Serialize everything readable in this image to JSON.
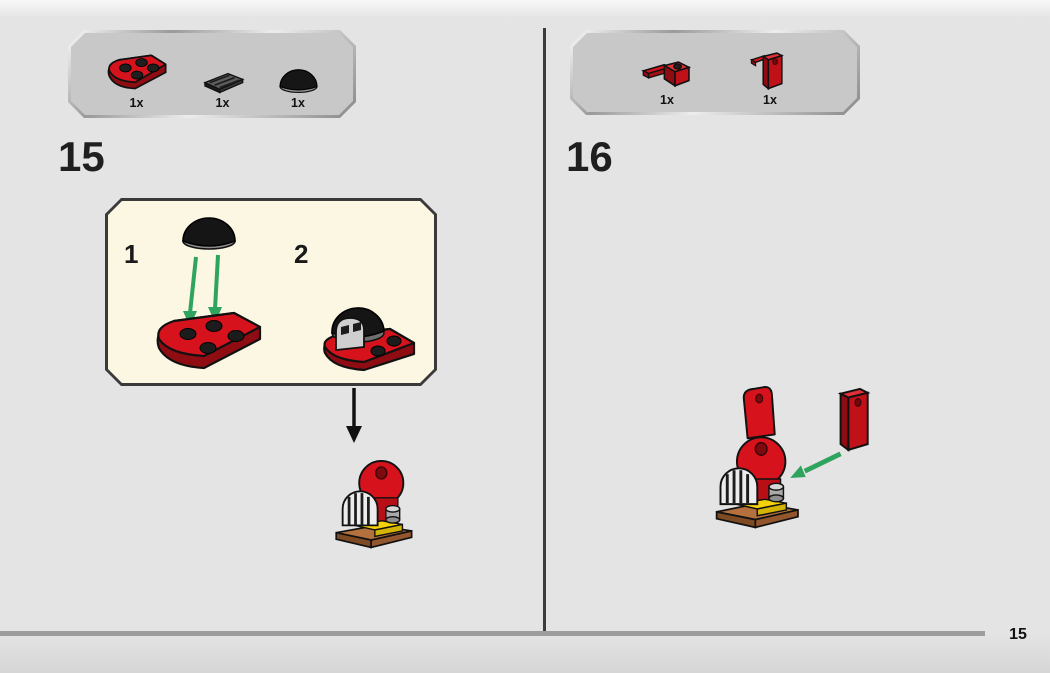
{
  "step15": {
    "number": "15",
    "parts": [
      {
        "name": "red-plate-2x3-rounded",
        "count": "1x"
      },
      {
        "name": "dark-grille-tile",
        "count": "1x"
      },
      {
        "name": "black-curved-slope",
        "count": "1x"
      }
    ],
    "callout": {
      "sub1": "1",
      "sub2": "2"
    }
  },
  "step16": {
    "number": "16",
    "parts": [
      {
        "name": "red-plate-with-handle",
        "count": "1x"
      },
      {
        "name": "red-door-panel",
        "count": "1x"
      }
    ]
  },
  "footer": {
    "page_number": "15"
  },
  "colors": {
    "lego_red": "#d6131d",
    "arrow_green": "#2fa45f",
    "callout_bg": "#fbf7e2",
    "parts_box_bg": "#c8c8c8"
  }
}
